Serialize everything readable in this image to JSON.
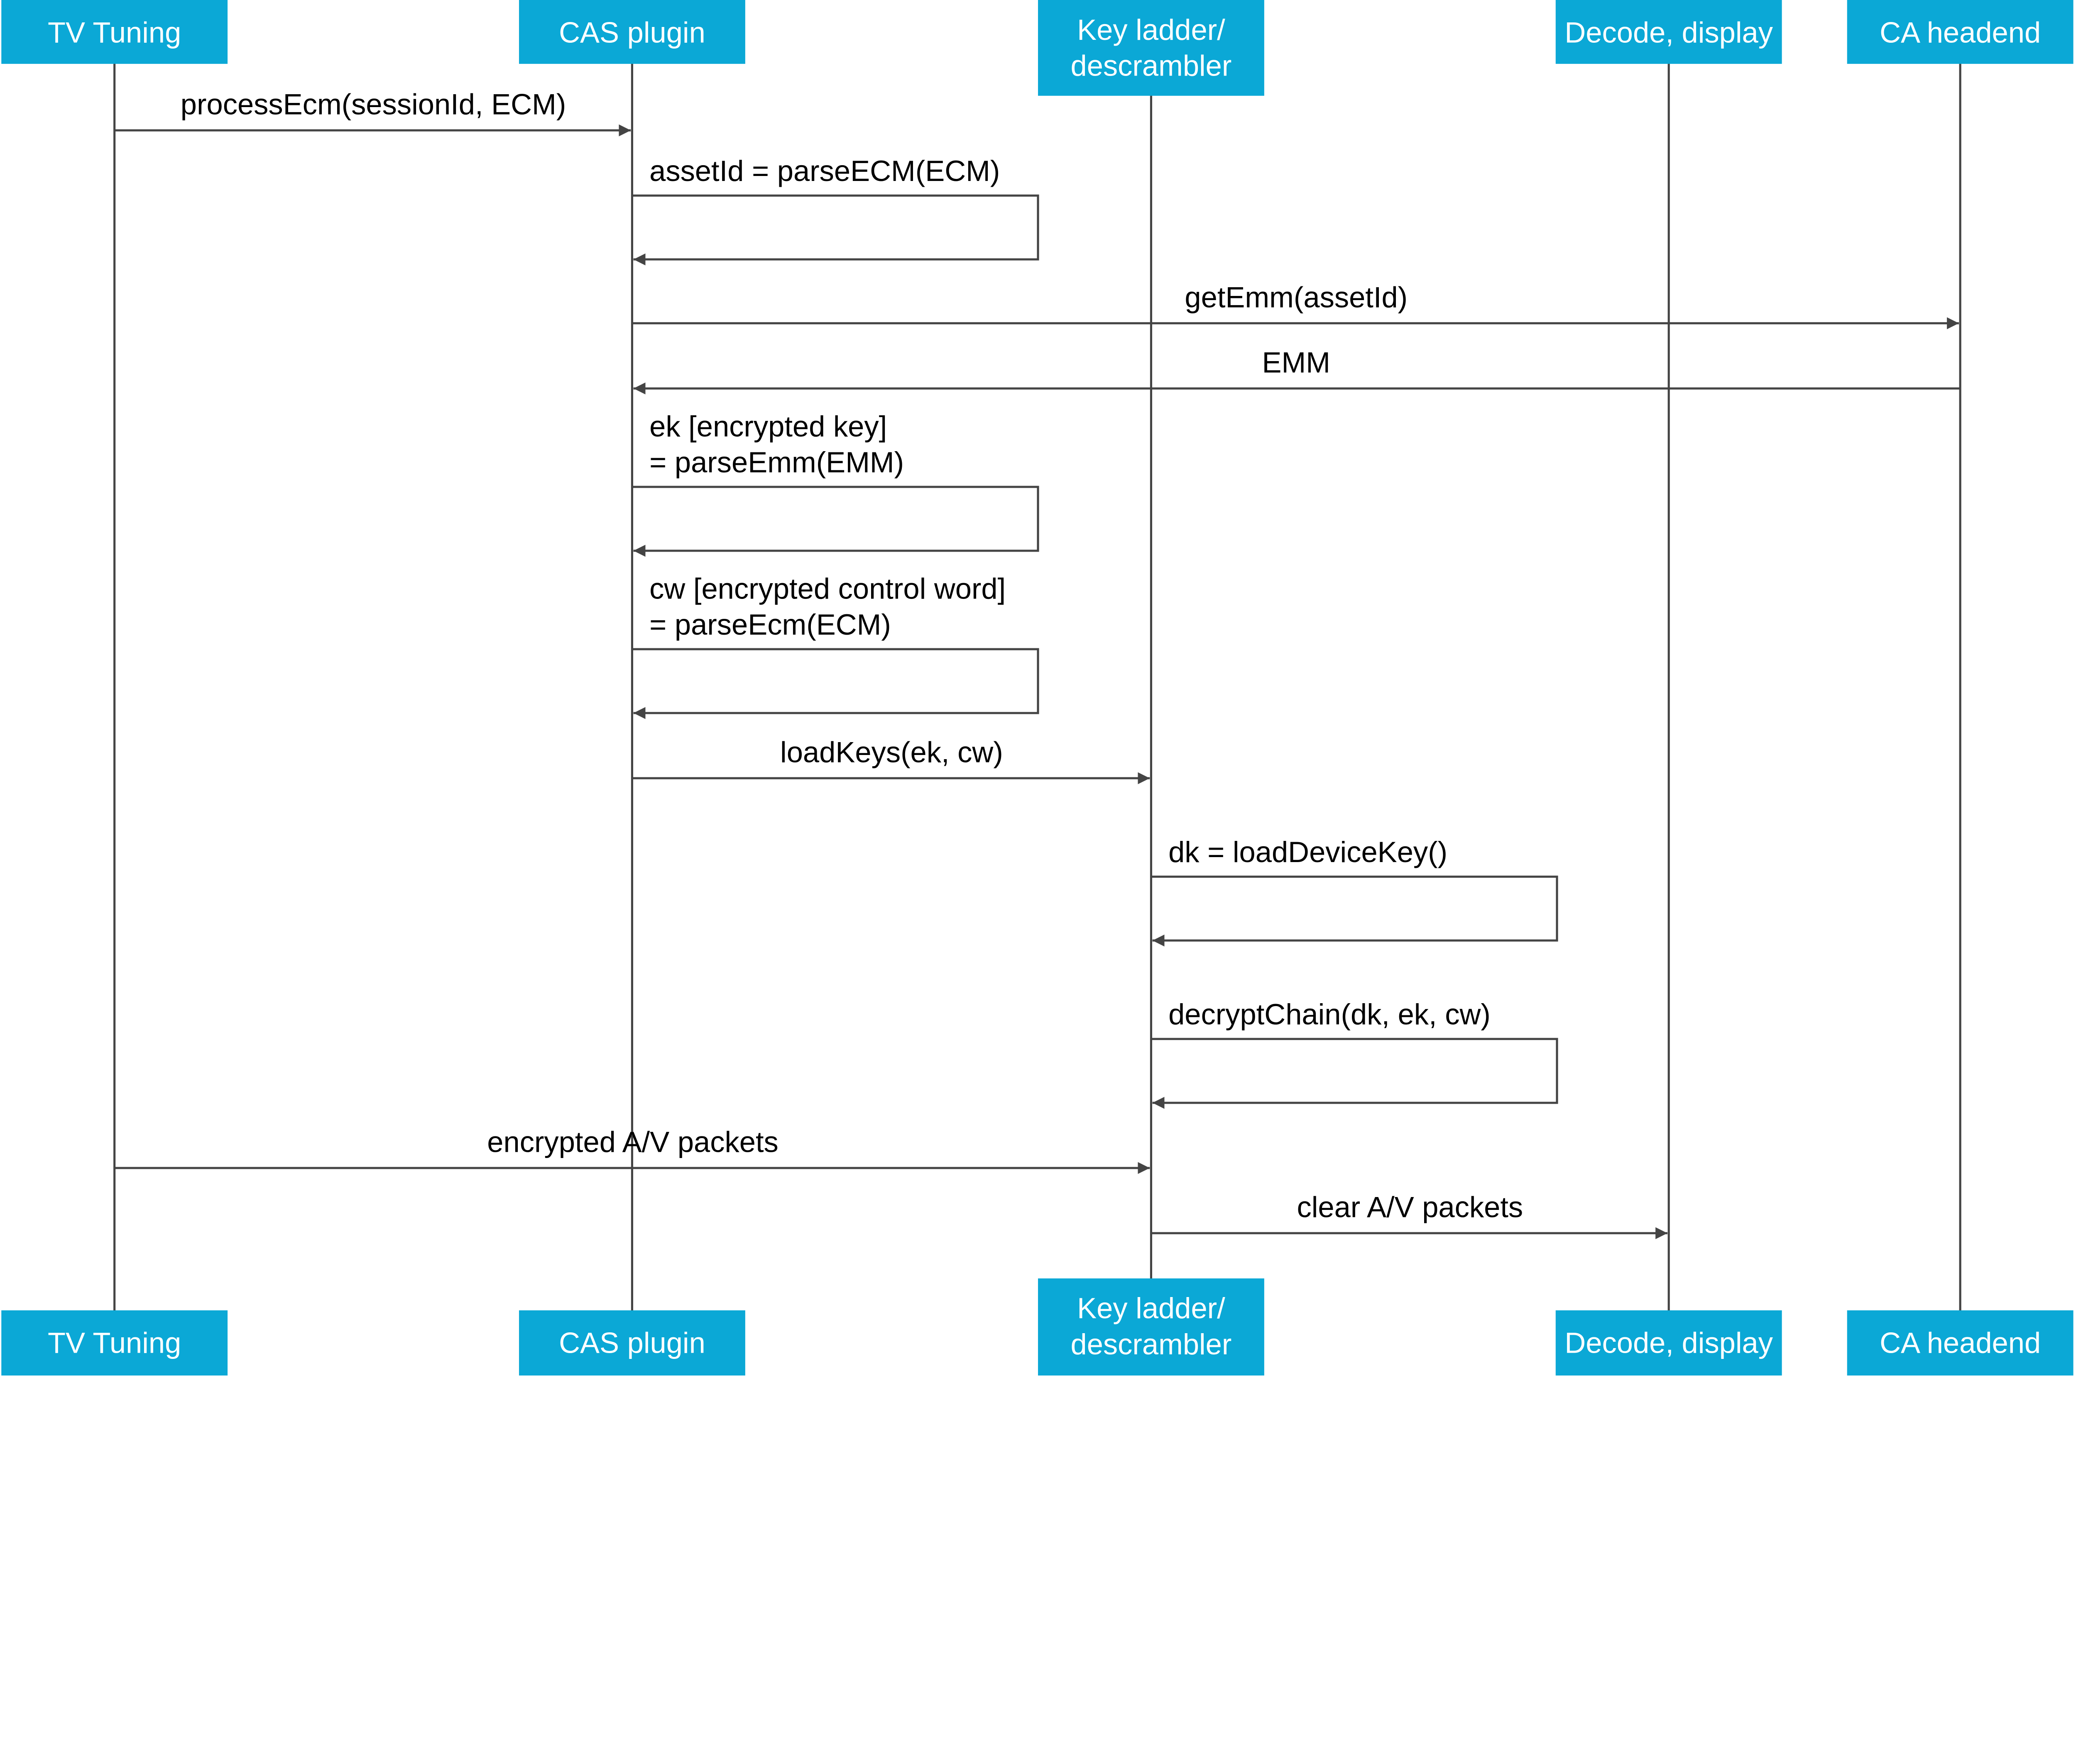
{
  "colors": {
    "participant_fill": "#0BA8D6",
    "participant_text": "#FFFFFF",
    "line": "#444444",
    "text": "#000000"
  },
  "participants": [
    {
      "id": "tv",
      "label": [
        "TV Tuning"
      ]
    },
    {
      "id": "cas",
      "label": [
        "CAS plugin"
      ]
    },
    {
      "id": "key",
      "label": [
        "Key ladder/",
        "descrambler"
      ]
    },
    {
      "id": "dec",
      "label": [
        "Decode, display"
      ]
    },
    {
      "id": "ca",
      "label": [
        "CA headend"
      ]
    }
  ],
  "messages": [
    {
      "from": "tv",
      "to": "cas",
      "label": [
        "processEcm(sessionId, ECM)"
      ]
    },
    {
      "from": "cas",
      "to": "cas",
      "label": [
        "assetId = parseECM(ECM)"
      ]
    },
    {
      "from": "cas",
      "to": "ca",
      "label": [
        "getEmm(assetId)"
      ]
    },
    {
      "from": "ca",
      "to": "cas",
      "label": [
        "EMM"
      ]
    },
    {
      "from": "cas",
      "to": "cas",
      "label": [
        "ek [encrypted key]",
        "= parseEmm(EMM)"
      ]
    },
    {
      "from": "cas",
      "to": "cas",
      "label": [
        "cw [encrypted control word]",
        "= parseEcm(ECM)"
      ]
    },
    {
      "from": "cas",
      "to": "key",
      "label": [
        "loadKeys(ek, cw)"
      ]
    },
    {
      "from": "key",
      "to": "key",
      "label": [
        "dk = loadDeviceKey()"
      ]
    },
    {
      "from": "key",
      "to": "key",
      "label": [
        "decryptChain(dk, ek, cw)"
      ]
    },
    {
      "from": "tv",
      "to": "key",
      "label": [
        "encrypted A/V packets"
      ]
    },
    {
      "from": "key",
      "to": "dec",
      "label": [
        "clear A/V packets"
      ]
    }
  ]
}
